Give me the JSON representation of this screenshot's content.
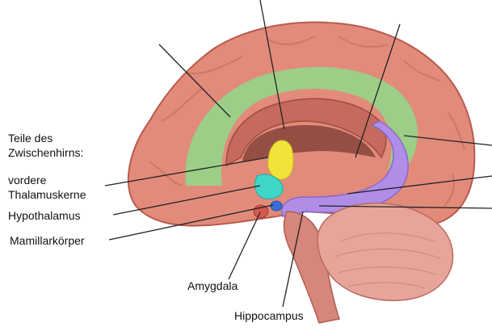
{
  "labels": {
    "intro_line1": "Teile des",
    "intro_line2": "Zwischenhirns:",
    "thalamus_line1": "vordere",
    "thalamus_line2": "Thalamuskerne",
    "hypothalamus": "Hypothalamus",
    "mamillary": "Mamillarkörper",
    "amygdala": "Amygdala",
    "hippocampus": "Hippocampus"
  },
  "colors": {
    "cortex": "#e28b7a",
    "cortex_dark": "#b85a4d",
    "cingulate": "#8fd98a",
    "fornix": "#b08ee8",
    "thalamus": "#f2e23a",
    "hypothalamus": "#3fd6c8",
    "mamillary": "#3a6fd9",
    "brainstem": "#d7867b",
    "cerebellum": "#e7a49b"
  }
}
